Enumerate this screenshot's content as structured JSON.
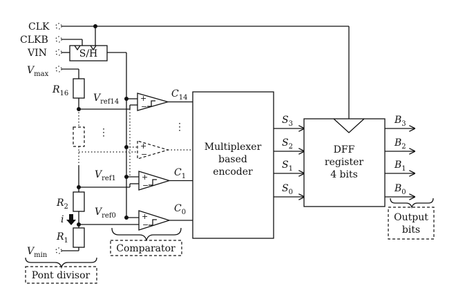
{
  "inputs": {
    "clk": "CLK",
    "clkb": "CLKB",
    "vin": "VIN",
    "vmax_main": "V",
    "vmax_sub": "max",
    "vmin_main": "V",
    "vmin_sub": "min"
  },
  "sample_hold": {
    "label": "S/H"
  },
  "resistors": {
    "r16_main": "R",
    "r16_sub": "16",
    "r2_main": "R",
    "r2_sub": "2",
    "r1_main": "R",
    "r1_sub": "1",
    "current": "i"
  },
  "references": {
    "vref14_main": "V",
    "vref14_sub": "ref14",
    "vref1_main": "V",
    "vref1_sub": "ref1",
    "vref0_main": "V",
    "vref0_sub": "ref0"
  },
  "comparator_outputs": {
    "c14_main": "C",
    "c14_sub": "14",
    "c1_main": "C",
    "c1_sub": "1",
    "c0_main": "C",
    "c0_sub": "0"
  },
  "encoder": {
    "line1": "Multiplexer",
    "line2": "based",
    "line3": "encoder"
  },
  "encoder_outputs": {
    "s3_main": "S",
    "s3_sub": "3",
    "s2_main": "S",
    "s2_sub": "2",
    "s1_main": "S",
    "s1_sub": "1",
    "s0_main": "S",
    "s0_sub": "0"
  },
  "register": {
    "line1": "DFF",
    "line2": "register",
    "line3": "4 bits"
  },
  "register_outputs": {
    "b3_main": "B",
    "b3_sub": "3",
    "b2_main": "B",
    "b2_sub": "2",
    "b1_main": "B",
    "b1_sub": "1",
    "b0_main": "B",
    "b0_sub": "0"
  },
  "ellipsis": "⋮",
  "groups": {
    "comparator": "Comparator",
    "pont_divisor": "Pont divisor",
    "output_bits_line1": "Output",
    "output_bits_line2": "bits"
  }
}
